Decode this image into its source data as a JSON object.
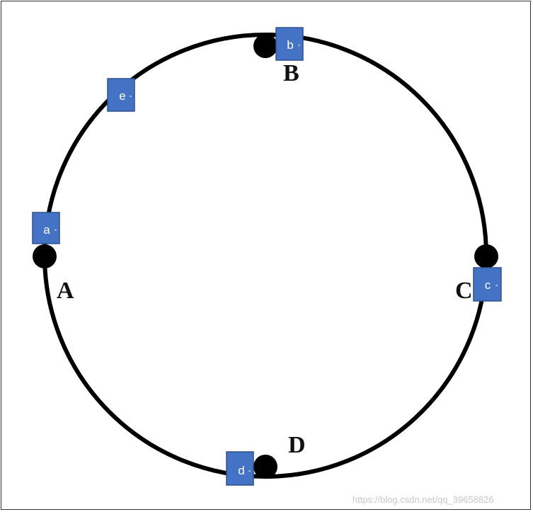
{
  "colors": {
    "ring": "#000000",
    "node": "#000000",
    "box_fill": "#4472c4",
    "box_border": "#2f528f",
    "box_text": "#ffffff"
  },
  "nodes": [
    {
      "id": "A",
      "label": "A"
    },
    {
      "id": "B",
      "label": "B"
    },
    {
      "id": "C",
      "label": "C"
    },
    {
      "id": "D",
      "label": "D"
    }
  ],
  "keys": [
    {
      "id": "a",
      "label": "a"
    },
    {
      "id": "b",
      "label": "b"
    },
    {
      "id": "c",
      "label": "c"
    },
    {
      "id": "d",
      "label": "d"
    },
    {
      "id": "e",
      "label": "e"
    }
  ],
  "watermark": "https://blog.csdn.net/qq_39658826"
}
